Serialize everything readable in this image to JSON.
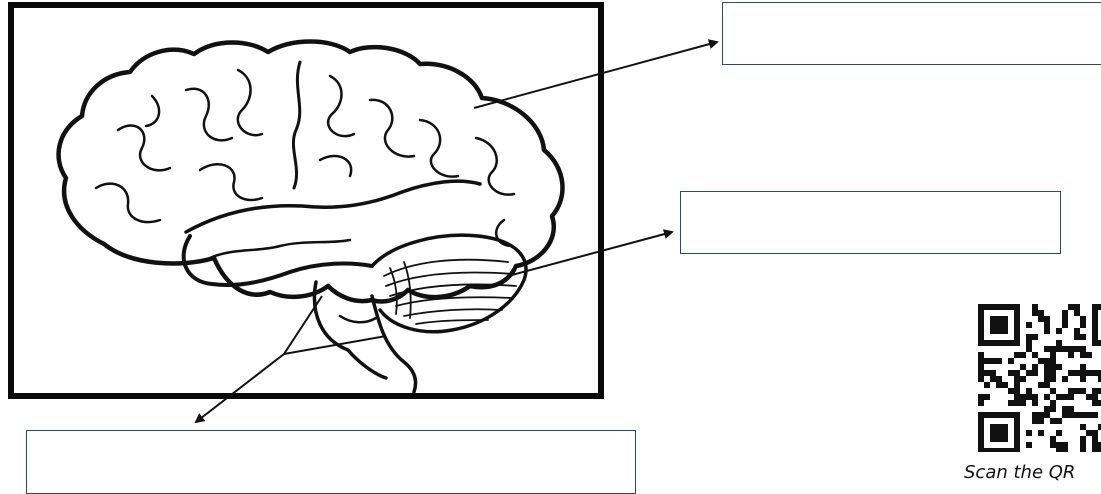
{
  "diagram": {
    "subject_icon": "brain-outline-icon",
    "label_boxes": [
      {
        "name": "upper-label",
        "text": ""
      },
      {
        "name": "middle-label",
        "text": ""
      },
      {
        "name": "lower-label",
        "text": ""
      }
    ]
  },
  "qr": {
    "icon": "qr-code-icon",
    "caption": "Scan the QR"
  },
  "colors": {
    "ink": "#111111",
    "box_border": "#2f4a68",
    "frame": "#0a0a0a"
  }
}
